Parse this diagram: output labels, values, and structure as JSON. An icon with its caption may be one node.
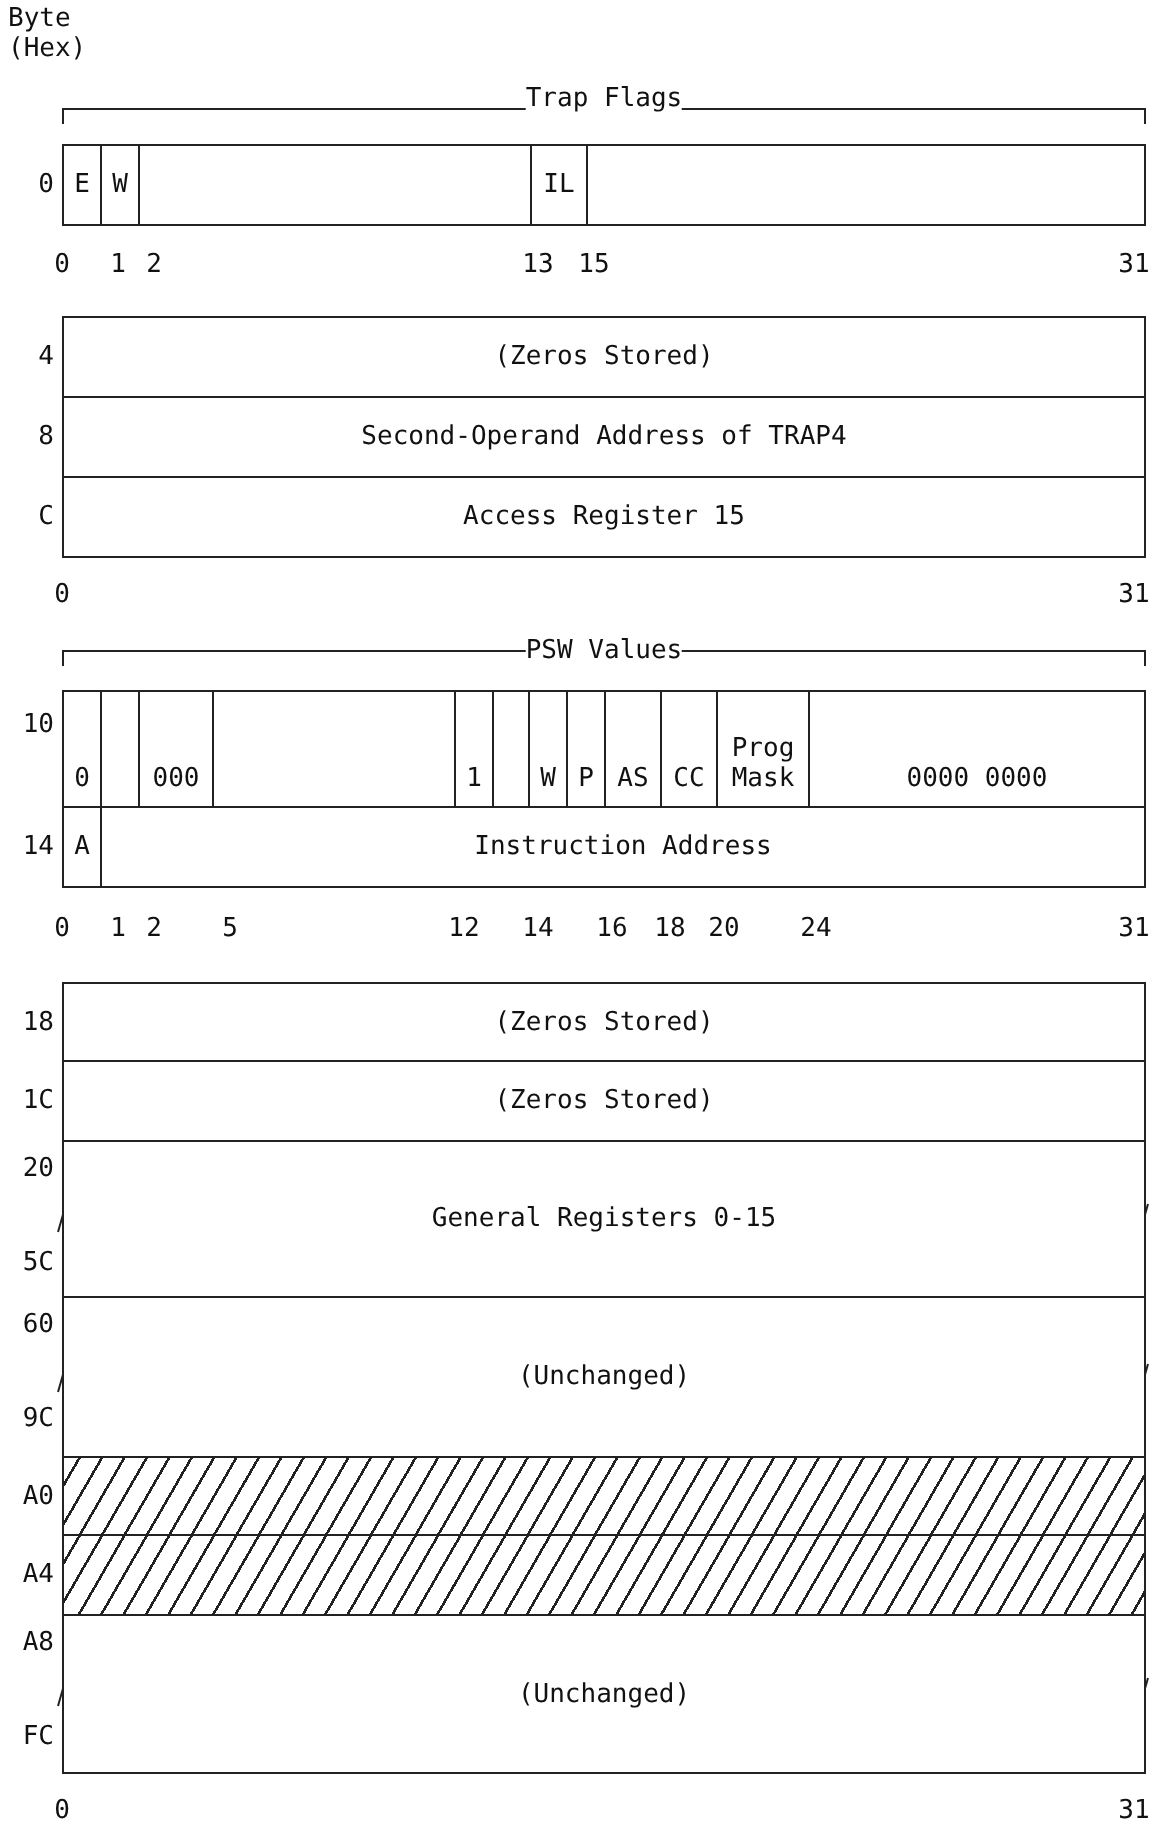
{
  "diagram": {
    "nodes": [
      {
        "text": [
          "E"
        ]
      },
      {
        "text": [
          "W"
        ]
      },
      {
        "text": [],
        "shape": "box"
      },
      {
        "text": [
          "IL"
        ]
      },
      {
        "text": [],
        "shape": "box"
      },
      {
        "text": [
          "(Zeros Stored)"
        ]
      },
      {
        "text": [
          "Second-Operand Address of TRAP4"
        ]
      },
      {
        "text": [
          "Access Register 15"
        ]
      },
      {
        "text": [
          "0"
        ]
      },
      {
        "text": [],
        "shape": "box"
      },
      {
        "text": [
          "000"
        ]
      },
      {
        "text": [],
        "shape": "box"
      },
      {
        "text": [
          "1"
        ]
      },
      {
        "text": [],
        "shape": "box"
      },
      {
        "text": [
          "W"
        ]
      },
      {
        "text": [
          "P"
        ]
      },
      {
        "text": [
          "AS"
        ]
      },
      {
        "text": [
          "CC"
        ]
      },
      {
        "text": [
          "Prog Mask"
        ]
      },
      {
        "text": [
          "0000 0000"
        ]
      },
      {
        "text": [
          "A"
        ]
      },
      {
        "text": [
          "Instruction Address"
        ]
      },
      {
        "text": [
          "(Zeros Stored)"
        ]
      },
      {
        "text": [
          "(Zeros Stored)"
        ]
      },
      {
        "text": [
          "General Registers 0-15"
        ]
      },
      {
        "text": [
          "(Unchanged)"
        ]
      },
      {
        "text": [],
        "shape": "box"
      },
      {
        "text": [],
        "shape": "box"
      },
      {
        "text": [
          "(Unchanged)"
        ]
      }
    ],
    "edges": [],
    "labels": [
      "Byte (Hex)",
      "Trap Flags",
      "0",
      "0",
      "1",
      "2",
      "13",
      "15",
      "31",
      "4",
      "8",
      "C",
      "0",
      "31",
      "PSW Values",
      "10",
      "14",
      "0",
      "1",
      "2",
      "5",
      "12",
      "14",
      "16",
      "18",
      "20",
      "24",
      "31",
      "18",
      "1C",
      "20",
      "5C",
      "60",
      "9C",
      "A0",
      "A4",
      "A8",
      "FC",
      "0",
      "31"
    ]
  }
}
